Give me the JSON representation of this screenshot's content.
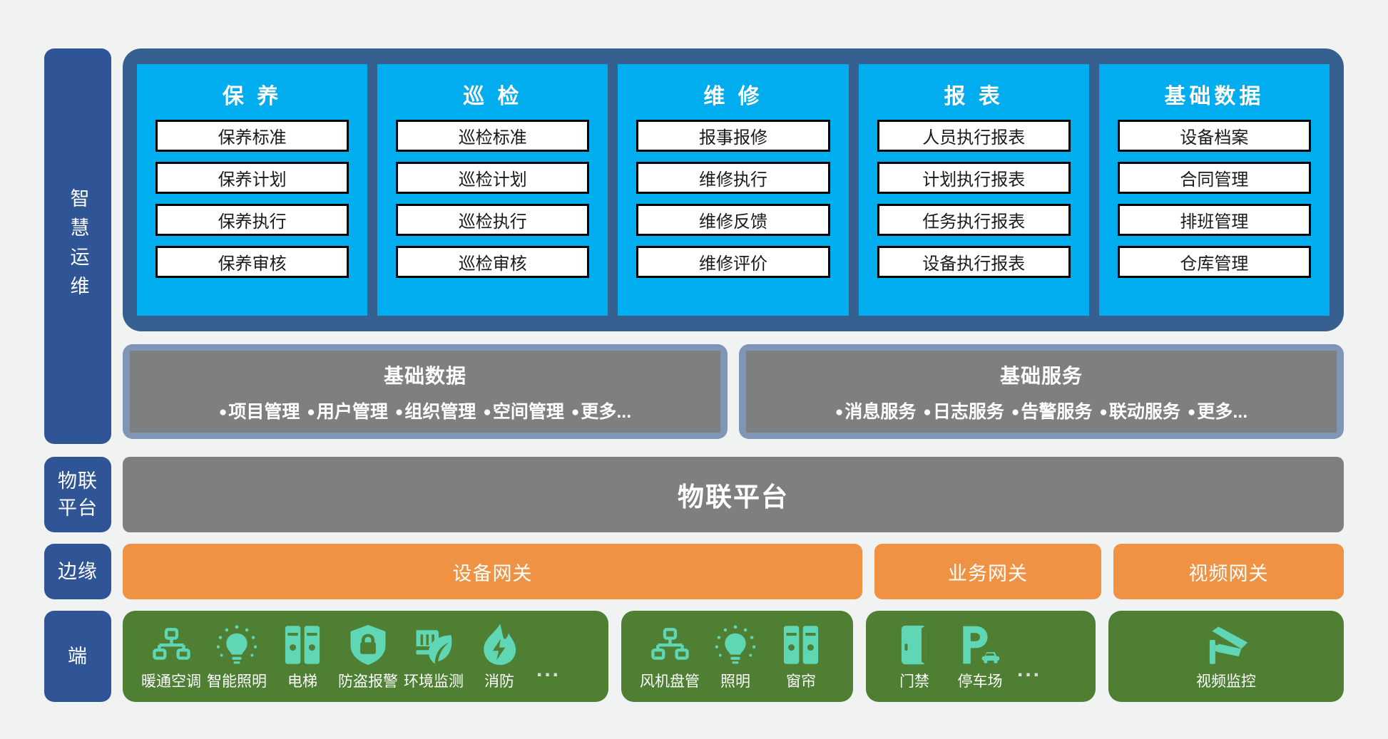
{
  "rails": [
    {
      "label": "智慧运维",
      "orientation": "vertical"
    },
    {
      "label": "物联\n平台",
      "line1": "物联",
      "line2": "平台"
    },
    {
      "label": "边缘"
    },
    {
      "label": "端"
    }
  ],
  "ops_panel": {
    "columns": [
      {
        "title": "保 养",
        "items": [
          "保养标准",
          "保养计划",
          "保养执行",
          "保养审核"
        ]
      },
      {
        "title": "巡 检",
        "items": [
          "巡检标准",
          "巡检计划",
          "巡检执行",
          "巡检审核"
        ]
      },
      {
        "title": "维 修",
        "items": [
          "报事报修",
          "维修执行",
          "维修反馈",
          "维修评价"
        ]
      },
      {
        "title": "报 表",
        "items": [
          "人员执行报表",
          "计划执行报表",
          "任务执行报表",
          "设备执行报表"
        ]
      },
      {
        "title": "基础数据",
        "items": [
          "设备档案",
          "合同管理",
          "排班管理",
          "仓库管理"
        ]
      }
    ],
    "panel_color": "#35608f",
    "column_color": "#00adee"
  },
  "strips": [
    {
      "title": "基础数据",
      "items": [
        "项目管理",
        "用户管理",
        "组织管理",
        "空间管理",
        "更多..."
      ],
      "bullet": "●"
    },
    {
      "title": "基础服务",
      "items": [
        "消息服务",
        "日志服务",
        "告警服务",
        "联动服务",
        "更多..."
      ],
      "bullet": "●"
    }
  ],
  "iot_platform": {
    "label": "物联平台",
    "color": "#7e7f81"
  },
  "edge": {
    "color": "#ef9244",
    "gateways": [
      "设备网关",
      "业务网关",
      "视频网关"
    ]
  },
  "terminal": {
    "card_color": "#4e7f33",
    "icon_color": "#5fd6b4",
    "ellipsis": "...",
    "cards": [
      {
        "devices": [
          {
            "label": "暖通空调",
            "icon": "network-topology-icon"
          },
          {
            "label": "智能照明",
            "icon": "lightbulb-icon"
          },
          {
            "label": "电梯",
            "icon": "elevator-doors-icon"
          },
          {
            "label": "防盗报警",
            "icon": "shield-lock-icon"
          },
          {
            "label": "环境监测",
            "icon": "leaf-sensor-icon"
          },
          {
            "label": "消防",
            "icon": "flame-bolt-icon"
          }
        ],
        "has_ellipsis": true
      },
      {
        "devices": [
          {
            "label": "风机盘管",
            "icon": "network-topology-icon"
          },
          {
            "label": "照明",
            "icon": "lightbulb-icon"
          },
          {
            "label": "窗帘",
            "icon": "elevator-doors-icon"
          }
        ],
        "has_ellipsis": false
      },
      {
        "devices": [
          {
            "label": "门禁",
            "icon": "door-icon"
          },
          {
            "label": "停车场",
            "icon": "parking-icon"
          }
        ],
        "has_ellipsis": true
      },
      {
        "devices": [
          {
            "label": "视频监控",
            "icon": "cctv-camera-icon"
          }
        ],
        "has_ellipsis": false
      }
    ]
  }
}
